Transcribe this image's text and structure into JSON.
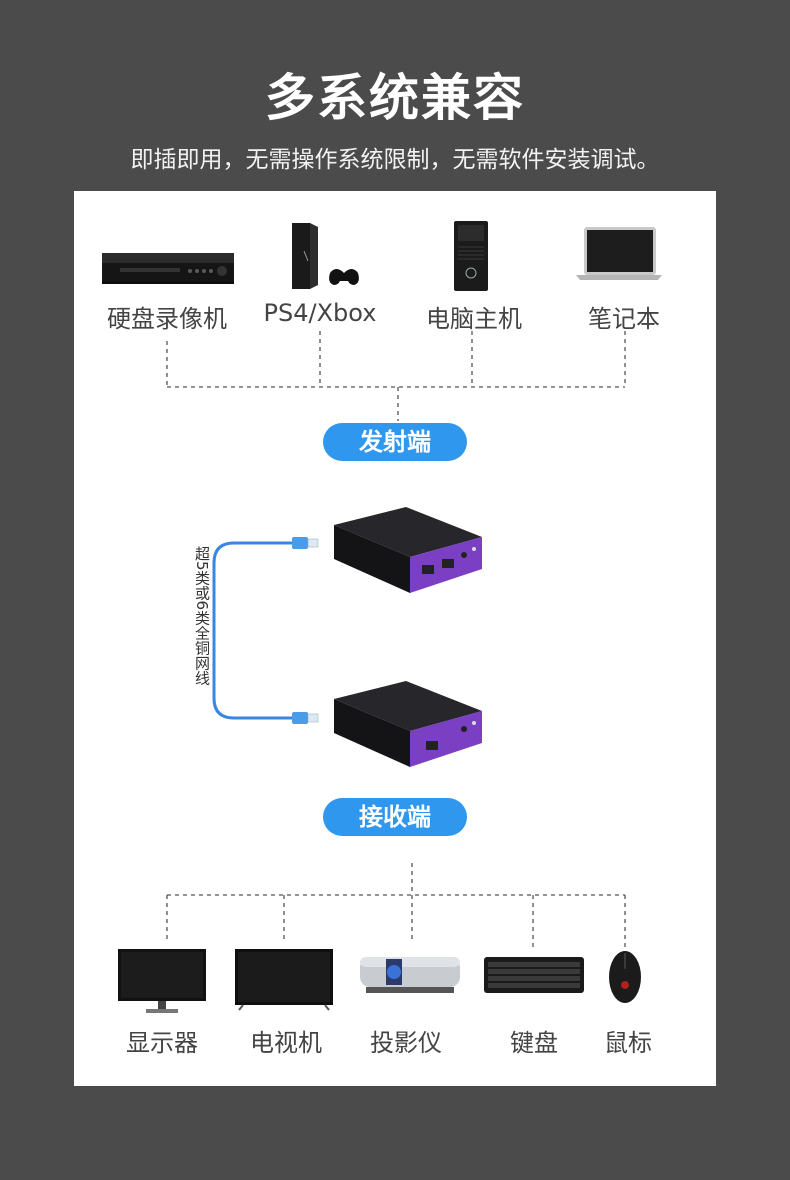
{
  "header": {
    "title": "多系统兼容",
    "subtitle": "即插即用，无需操作系统限制，无需软件安装调试。"
  },
  "sources": [
    {
      "label": "硬盘录像机",
      "icon": "dvr-icon"
    },
    {
      "label": "PS4/Xbox",
      "icon": "game-console-icon"
    },
    {
      "label": "电脑主机",
      "icon": "desktop-tower-icon"
    },
    {
      "label": "笔记本",
      "icon": "laptop-icon"
    }
  ],
  "transmitter": {
    "label": "发射端"
  },
  "cable": {
    "label": "超5类或6类全铜网线"
  },
  "receiver": {
    "label": "接收端"
  },
  "outputs": [
    {
      "label": "显示器",
      "icon": "monitor-icon"
    },
    {
      "label": "电视机",
      "icon": "tv-icon"
    },
    {
      "label": "投影仪",
      "icon": "projector-icon"
    },
    {
      "label": "键盘",
      "icon": "keyboard-icon"
    },
    {
      "label": "鼠标",
      "icon": "mouse-icon"
    }
  ],
  "colors": {
    "background": "#4b4b4b",
    "panel": "#ffffff",
    "pill": "#2f97ee",
    "device_body": "#222226",
    "device_face": "#7b3fc4",
    "cable": "#3a86e0"
  }
}
